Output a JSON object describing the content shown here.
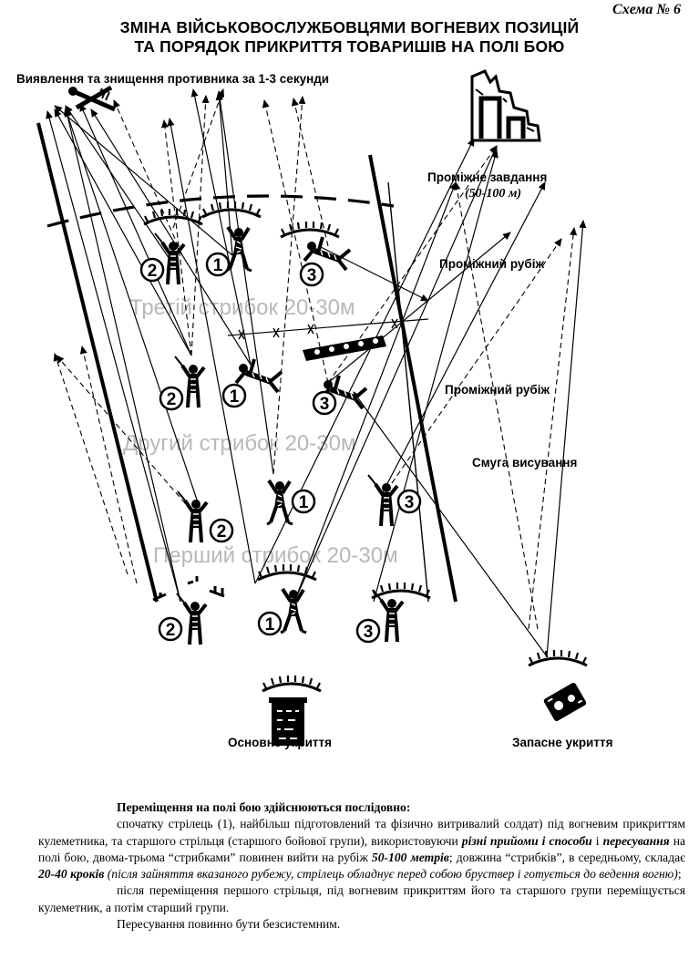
{
  "scheme_label": "Схема № 6",
  "title": {
    "line1": "ЗМІНА ВІЙСЬКОВОСЛУЖБОВЦЯМИ ВОГНЕВИХ ПОЗИЦІЙ",
    "line2": "ТА ПОРЯДОК ПРИКРИТТЯ ТОВАРИШІВ НА ПОЛІ БОЮ"
  },
  "labels": {
    "detection": "Виявлення та знищення противника за 1-3 секунди",
    "intermediate_task": "Проміжне завдання",
    "intermediate_task_distance": "(50-100 м)",
    "intermediate_line_1": "Проміжний рубіж",
    "intermediate_line_2": "Проміжний рубіж",
    "advance_strip": "Смуга висування",
    "main_cover": "Основне укриття",
    "reserve_cover": "Запасне укриття"
  },
  "watermarks": {
    "third_jump": "Третій стрибок 20-30м",
    "second_jump": "Другий стрибок 20-30м",
    "first_jump": "Перший стрибок 20-30м"
  },
  "soldier_numbers": {
    "rifleman": "1",
    "machine_gunner": "2",
    "senior_rifleman": "3"
  },
  "icons": [
    "crossed-rifles-icon",
    "ruined-building-icon",
    "bunker-icon",
    "vehicle-wreck-icon",
    "soldier-icon",
    "barbed-wire-icon",
    "parapet-icon"
  ],
  "text": {
    "intro": "Переміщення на полі бою здійснюються послідовно:",
    "p1_a": "спочатку стрілець (1), найбільш підготовлений та фізично витривалий солдат) під вогневим прикриттям кулеметника",
    "p1_b": ", та старшого стрільця (старшого бойової групи), використовуючи ",
    "p1_c": "різні прийоми і способи",
    "p1_d": " і ",
    "p1_e": "пересування",
    "p1_f": " на полі бою, двома-трьома “стрибками” повинен вийти на рубіж ",
    "p1_g": "50-100 метрів",
    "p1_h": "; довжина “стрибків”, в середньому, складає ",
    "p1_i": "20-40 кроків",
    "p1_j": " (після зайняття вказаного рубежу, стрілець обладнує перед собою бруствер і готується до ведення вогню)",
    "p1_k": ";",
    "p2": "після переміщення першого стрільця, під вогневим прикриттям його та старшого групи переміщується кулеметник, а потім старший групи.",
    "p3": "Пересування повинно бути безсистемним."
  }
}
